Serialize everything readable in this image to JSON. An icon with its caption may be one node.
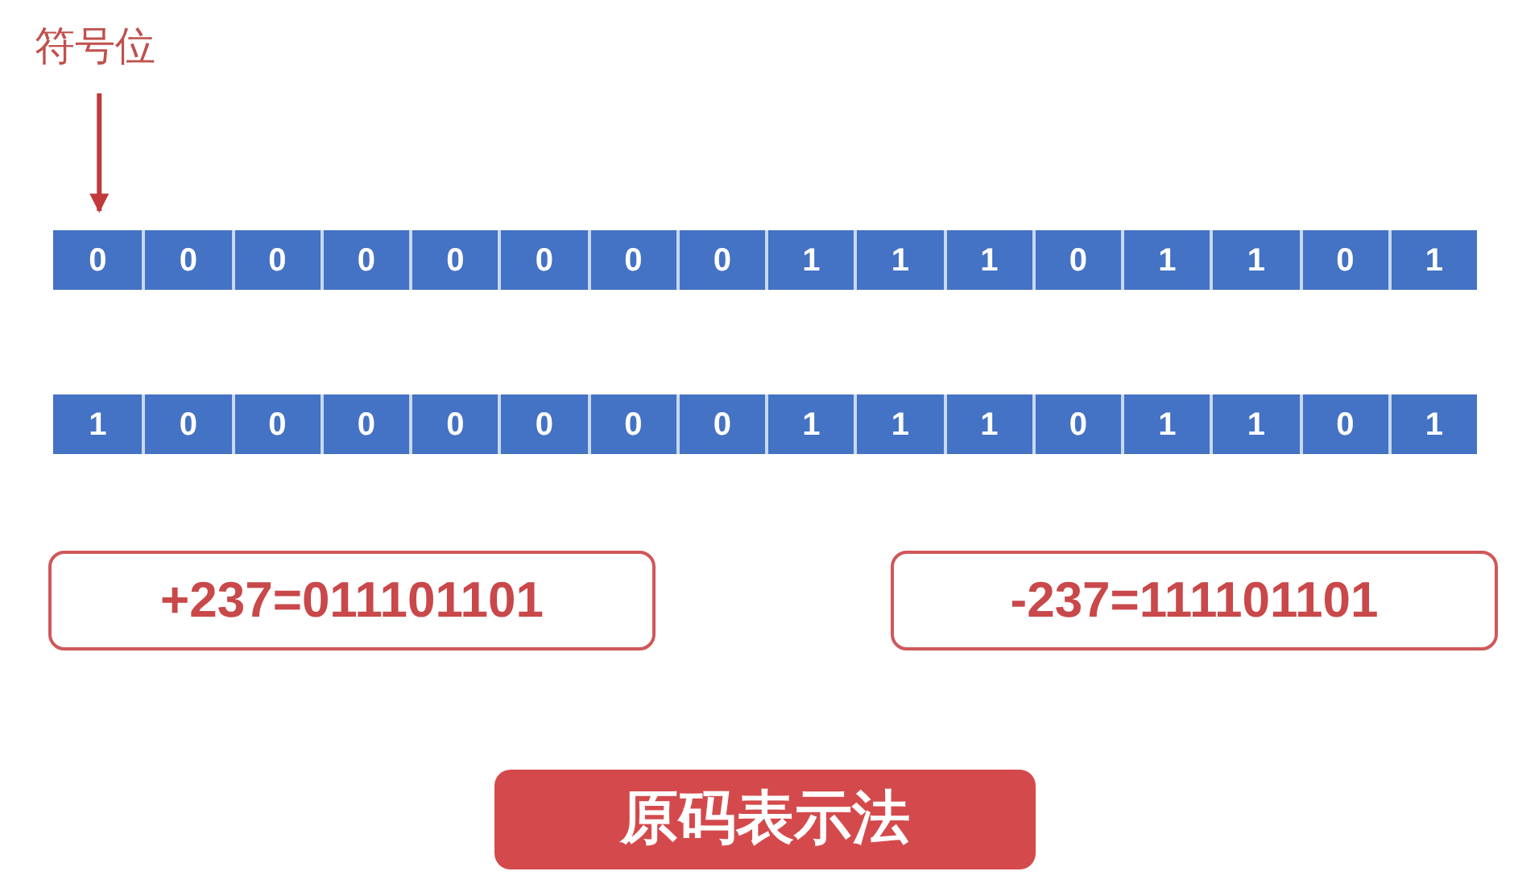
{
  "diagram": {
    "nodes": [
      {
        "text": [
          "符号位"
        ]
      },
      {
        "text": [
          "0"
        ]
      },
      {
        "text": [
          "0"
        ]
      },
      {
        "text": [
          "0"
        ]
      },
      {
        "text": [
          "0"
        ]
      },
      {
        "text": [
          "0"
        ]
      },
      {
        "text": [
          "0"
        ]
      },
      {
        "text": [
          "0"
        ]
      },
      {
        "text": [
          "0"
        ]
      },
      {
        "text": [
          "1"
        ]
      },
      {
        "text": [
          "1"
        ]
      },
      {
        "text": [
          "1"
        ]
      },
      {
        "text": [
          "0"
        ]
      },
      {
        "text": [
          "1"
        ]
      },
      {
        "text": [
          "1"
        ]
      },
      {
        "text": [
          "0"
        ]
      },
      {
        "text": [
          "1"
        ]
      },
      {
        "text": [
          "1"
        ]
      },
      {
        "text": [
          "0"
        ]
      },
      {
        "text": [
          "0"
        ]
      },
      {
        "text": [
          "0"
        ]
      },
      {
        "text": [
          "0"
        ]
      },
      {
        "text": [
          "0"
        ]
      },
      {
        "text": [
          "0"
        ]
      },
      {
        "text": [
          "0"
        ]
      },
      {
        "text": [
          "1"
        ]
      },
      {
        "text": [
          "1"
        ]
      },
      {
        "text": [
          "1"
        ]
      },
      {
        "text": [
          "0"
        ]
      },
      {
        "text": [
          "1"
        ]
      },
      {
        "text": [
          "1"
        ]
      },
      {
        "text": [
          "0"
        ]
      },
      {
        "text": [
          "1"
        ]
      },
      {
        "text": [
          "+237=011101101"
        ]
      },
      {
        "text": [
          "-237=111101101"
        ]
      },
      {
        "text": [
          "原码表示法"
        ]
      }
    ],
    "edges": [
      {
        "from": 0,
        "to": 1,
        "arrow": "to"
      }
    ]
  }
}
